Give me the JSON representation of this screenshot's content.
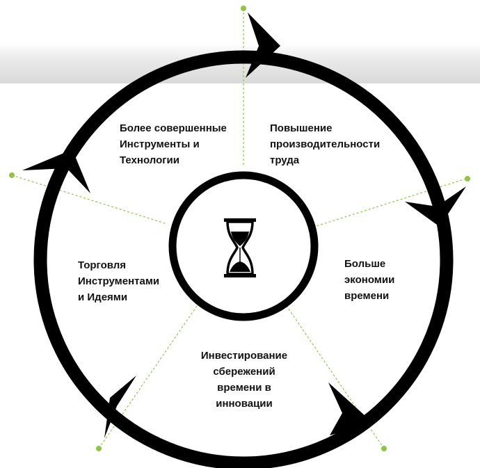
{
  "colors": {
    "ring": "#000000",
    "divider": "#8dc63f",
    "marker": "#8dc63f",
    "text": "#111111",
    "band": "#d9d9d9"
  },
  "center_icon": "hourglass-icon",
  "segments": [
    {
      "id": "tools",
      "label": "Более совершенные\nИнструменты и\nТехнологии"
    },
    {
      "id": "productivity",
      "label": "Повышение\nпроизводительности\nтруда"
    },
    {
      "id": "savings",
      "label": "Больше\nэкономии\nвремени"
    },
    {
      "id": "investing",
      "label": "Инвестирование\nсбережений\nвремени в\nинновации"
    },
    {
      "id": "trade",
      "label": "Торговля\nИнструментами\nи Идеями"
    }
  ]
}
